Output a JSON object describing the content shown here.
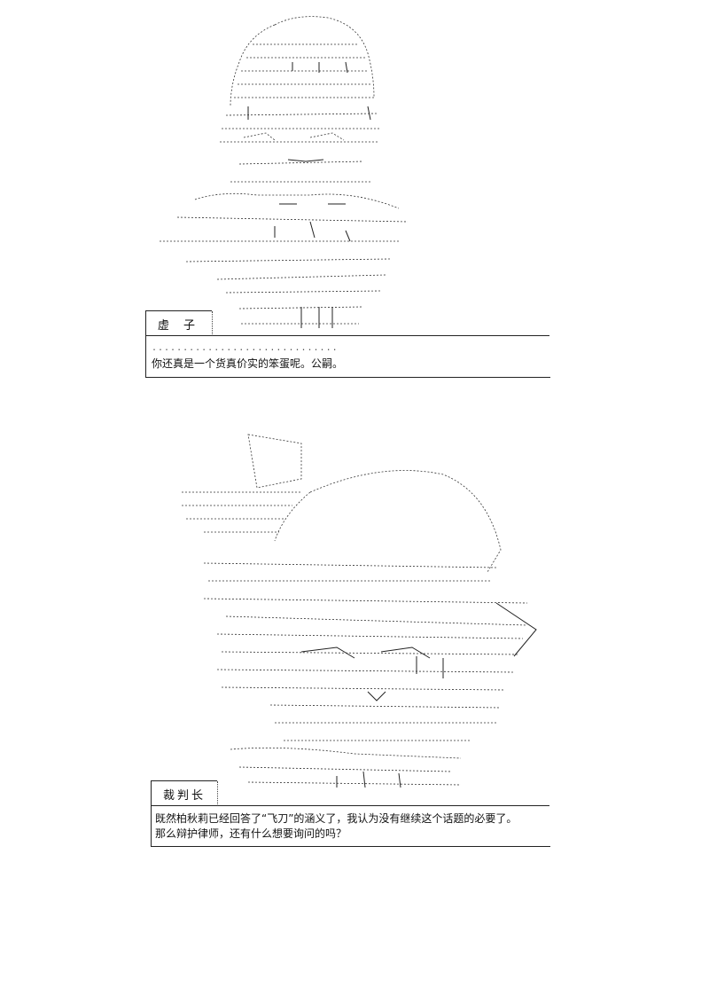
{
  "panels": [
    {
      "speaker": "虚 子",
      "lines": [
        "你还真是一个货真价实的笨蛋呢。公嗣。"
      ]
    },
    {
      "speaker": "裁判长",
      "lines": [
        "既然柏秋莉已经回答了“飞刀”的涵义了，我认为没有继续这个话题的必要了。",
        "那么辩护律师，还有什么想要询问的吗？"
      ]
    }
  ]
}
